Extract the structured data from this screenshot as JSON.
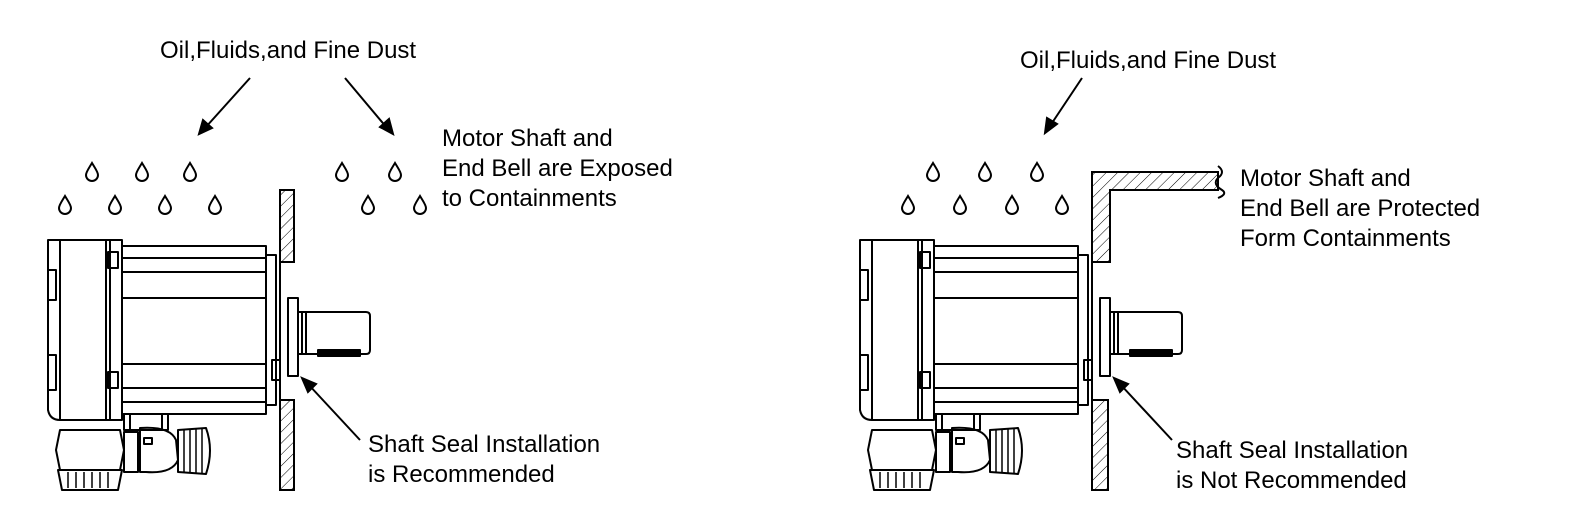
{
  "left": {
    "contaminant_label": "Oil,Fluids,and Fine Dust",
    "exposure_lines": [
      "Motor Shaft and",
      "End Bell are Exposed",
      "to Containments"
    ],
    "seal_lines": [
      "Shaft Seal Installation",
      "is Recommended"
    ]
  },
  "right": {
    "contaminant_label": "Oil,Fluids,and Fine Dust",
    "exposure_lines": [
      "Motor Shaft and",
      "End Bell are Protected",
      "Form Containments"
    ],
    "seal_lines": [
      "Shaft Seal Installation",
      "is Not Recommended"
    ]
  },
  "colors": {
    "line": "#000000",
    "background": "#ffffff"
  }
}
